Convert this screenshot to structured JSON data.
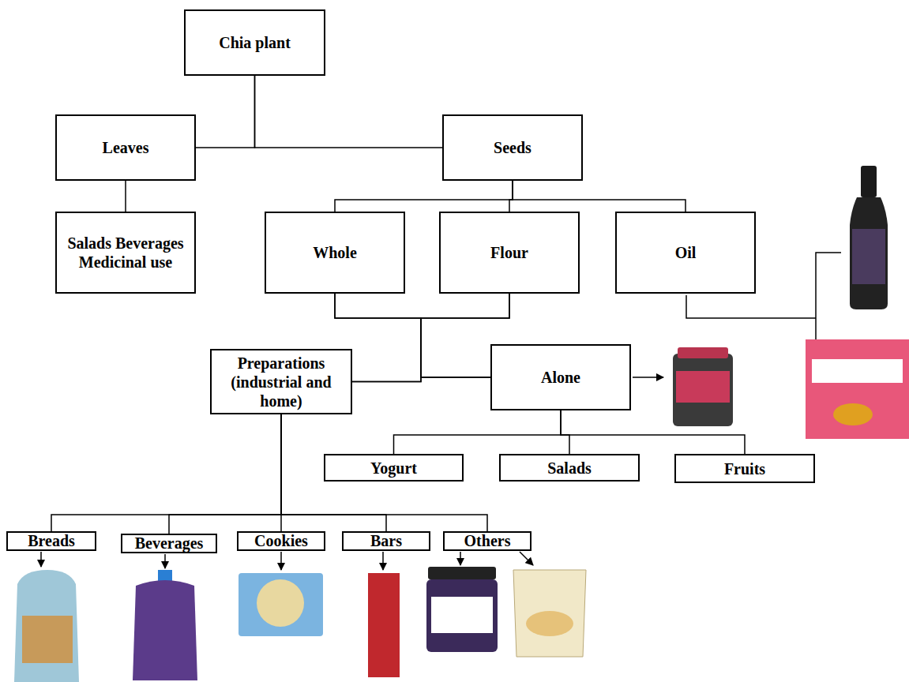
{
  "diagram": {
    "nodes": [
      {
        "text": [
          "Chia plant"
        ]
      },
      {
        "text": [
          "Leaves"
        ]
      },
      {
        "text": [
          "Seeds"
        ]
      },
      {
        "text": [
          "Salads Beverages Medicinal use"
        ]
      },
      {
        "text": [
          "Whole"
        ]
      },
      {
        "text": [
          "Flour"
        ]
      },
      {
        "text": [
          "Oil"
        ]
      },
      {
        "text": [
          "Preparations (industrial and home)"
        ]
      },
      {
        "text": [
          "Alone"
        ]
      },
      {
        "text": [
          "Yogurt"
        ]
      },
      {
        "text": [
          "Salads"
        ]
      },
      {
        "text": [
          "Fruits"
        ]
      },
      {
        "text": [
          "Breads"
        ]
      },
      {
        "text": [
          "Beverages"
        ]
      },
      {
        "text": [
          "Cookies"
        ]
      },
      {
        "text": [
          "Bars"
        ]
      },
      {
        "text": [
          "Others"
        ]
      }
    ],
    "edges": [
      {
        "from": 0,
        "to": 1,
        "arrow": "none"
      },
      {
        "from": 0,
        "to": 2,
        "arrow": "none"
      },
      {
        "from": 1,
        "to": 3,
        "arrow": "none"
      },
      {
        "from": 2,
        "to": 4,
        "arrow": "none"
      },
      {
        "from": 2,
        "to": 5,
        "arrow": "none"
      },
      {
        "from": 2,
        "to": 6,
        "arrow": "none"
      },
      {
        "from": 4,
        "to": 7,
        "arrow": "none"
      },
      {
        "from": 4,
        "to": 8,
        "arrow": "none"
      },
      {
        "from": 5,
        "to": 7,
        "arrow": "none"
      },
      {
        "from": 5,
        "to": 8,
        "arrow": "none"
      },
      {
        "from": 8,
        "to": 9,
        "arrow": "none"
      },
      {
        "from": 8,
        "to": 10,
        "arrow": "none"
      },
      {
        "from": 8,
        "to": 11,
        "arrow": "none"
      },
      {
        "from": 7,
        "to": 12,
        "arrow": "none"
      },
      {
        "from": 7,
        "to": 13,
        "arrow": "none"
      },
      {
        "from": 7,
        "to": 14,
        "arrow": "none"
      },
      {
        "from": 7,
        "to": 15,
        "arrow": "none"
      },
      {
        "from": 7,
        "to": 16,
        "arrow": "none"
      }
    ]
  }
}
